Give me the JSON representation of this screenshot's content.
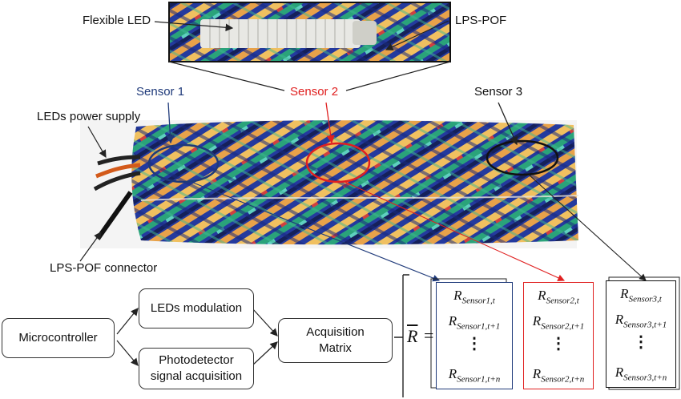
{
  "photo_labels": {
    "flexible_led": "Flexible LED",
    "lps_pof_top": "LPS-POF",
    "sensor1": "Sensor 1",
    "sensor2": "Sensor 2",
    "sensor3": "Sensor 3",
    "leds_power_supply": "LEDs power supply",
    "lps_pof_connector": "LPS-POF connector"
  },
  "flow": {
    "microcontroller": "Microcontroller",
    "leds_modulation": "LEDs modulation",
    "photodetector_line1": "Photodetector",
    "photodetector_line2": "signal acquisition",
    "acquisition_line1": "Acquisition",
    "acquisition_line2": "Matrix"
  },
  "equation": {
    "lhs": "R",
    "equals": "="
  },
  "matrix_columns": [
    {
      "main": "R",
      "sub_first": "Sensor1,t",
      "sub_second": "Sensor1,t+1",
      "dots": "⋮",
      "sub_last": "Sensor1,t+n"
    },
    {
      "main": "R",
      "sub_first": "Sensor2,t",
      "sub_second": "Sensor2,t+1",
      "dots": "⋮",
      "sub_last": "Sensor2,t+n"
    },
    {
      "main": "R",
      "sub_first": "Sensor3,t",
      "sub_second": "Sensor3,t+1",
      "dots": "⋮",
      "sub_last": "Sensor3,t+n"
    }
  ],
  "colors": {
    "sensor1": "#1f3a7a",
    "sensor2": "#e02020",
    "sensor3": "#111111",
    "fabric_blue": "#2b3fa8",
    "fabric_yellow": "#f0c060",
    "fabric_green": "#2aa37a"
  }
}
